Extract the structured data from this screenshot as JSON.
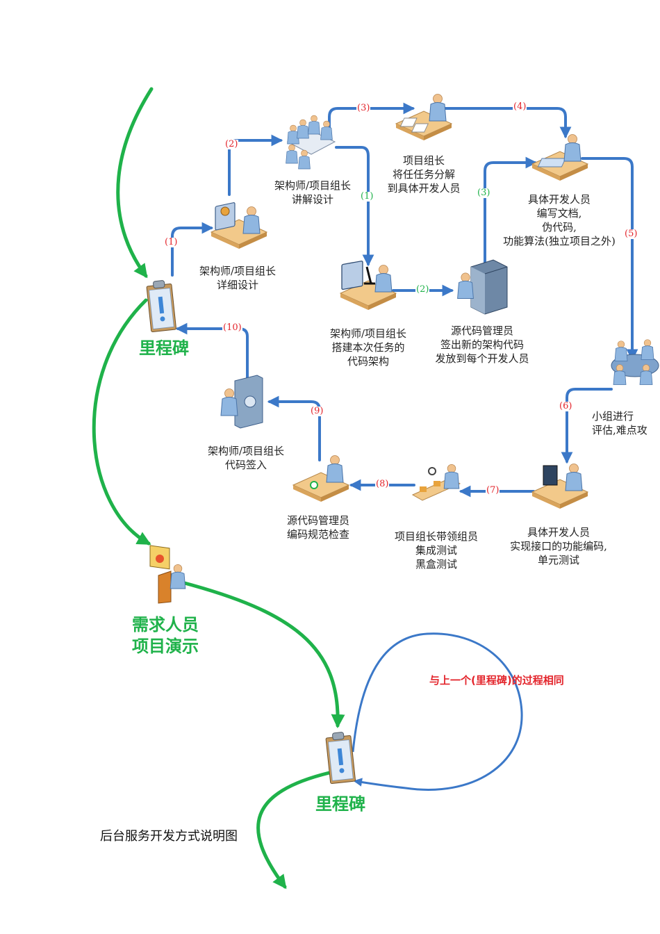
{
  "colors": {
    "flow": "#3b78c8",
    "milestone": "#1fb24a",
    "step_red": "#e3242b",
    "step_green": "#1fb24a",
    "note": "#e3242b"
  },
  "nodes": [
    {
      "id": "arch-detail",
      "label": "架构师/项目组长\n详细设计",
      "icon": "designer-at-desk-icon"
    },
    {
      "id": "arch-explain",
      "label": "架构师/项目组长\n讲解设计",
      "icon": "team-meeting-icon"
    },
    {
      "id": "lead-split",
      "label": "项目组长\n将任任务分解\n到具体开发人员",
      "icon": "person-at-desk-with-papers-icon"
    },
    {
      "id": "dev-doc",
      "label": "具体开发人员\n编写文档,\n伪代码,\n功能算法(独立项目之外)",
      "icon": "person-at-desk-icon"
    },
    {
      "id": "arch-build",
      "label": "架构师/项目组长\n搭建本次任务的\n代码架构",
      "icon": "engineer-with-microscope-icon"
    },
    {
      "id": "scm-checkout",
      "label": "源代码管理员\n签出新的架构代码\n发放到每个开发人员",
      "icon": "server-rack-icon"
    },
    {
      "id": "team-eval",
      "label": "小组进行\n评估,难点攻",
      "icon": "round-table-meeting-icon"
    },
    {
      "id": "dev-code",
      "label": "具体开发人员\n实现接口的功能编码,\n单元测试",
      "icon": "person-at-computer-icon"
    },
    {
      "id": "lead-test",
      "label": "项目组长带领组员\n集成测试\n黑盒测试",
      "icon": "assembly-line-icon"
    },
    {
      "id": "scm-review",
      "label": "源代码管理员\n编码规范检查",
      "icon": "person-inspecting-icon"
    },
    {
      "id": "arch-checkin",
      "label": "架构师/项目组长\n代码签入",
      "icon": "vault-icon"
    }
  ],
  "steps": [
    {
      "text": "(1)",
      "color": "red"
    },
    {
      "text": "(2)",
      "color": "red"
    },
    {
      "text": "(3)",
      "color": "red"
    },
    {
      "text": "(4)",
      "color": "red"
    },
    {
      "text": "(1)",
      "color": "green"
    },
    {
      "text": "(2)",
      "color": "green"
    },
    {
      "text": "(3)",
      "color": "green"
    },
    {
      "text": "(5)",
      "color": "red"
    },
    {
      "text": "(6)",
      "color": "red"
    },
    {
      "text": "(7)",
      "color": "red"
    },
    {
      "text": "(8)",
      "color": "red"
    },
    {
      "text": "(9)",
      "color": "red"
    },
    {
      "text": "(10)",
      "color": "red"
    }
  ],
  "milestones": [
    {
      "label": "里程碑",
      "icon": "clipboard-alert-icon"
    },
    {
      "label": "需求人员\n项目演示",
      "icon": "presenter-at-podium-icon"
    },
    {
      "label": "里程碑",
      "icon": "clipboard-alert-icon"
    }
  ],
  "loop_note": "与上一个(里程碑)的过程相同",
  "caption": "后台服务开发方式说明图"
}
